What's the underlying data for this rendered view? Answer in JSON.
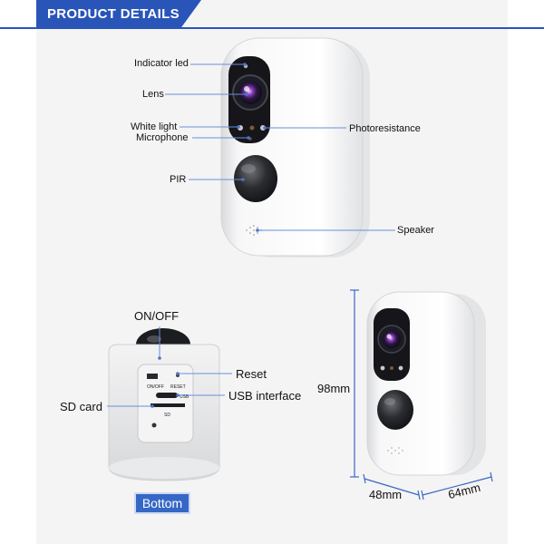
{
  "header": {
    "title": "PRODUCT DETAILS"
  },
  "callouts": {
    "indicator_led": "Indicator led",
    "lens": "Lens",
    "white_light": "White light",
    "microphone": "Microphone",
    "photoresistance": "Photoresistance",
    "pir": "PIR",
    "speaker": "Speaker"
  },
  "bottom_view": {
    "on_off": "ON/OFF",
    "reset": "Reset",
    "usb_interface": "USB interface",
    "sd_card": "SD card",
    "panel_on_off": "ON/OFF",
    "panel_reset": "RESET",
    "panel_usb": "USB",
    "panel_sd": "SD",
    "button_label": "Bottom"
  },
  "dimensions": {
    "height": "98mm",
    "depth": "48mm",
    "width": "64mm"
  },
  "colors": {
    "accent": "#2a55b8",
    "button": "#3567c6"
  }
}
